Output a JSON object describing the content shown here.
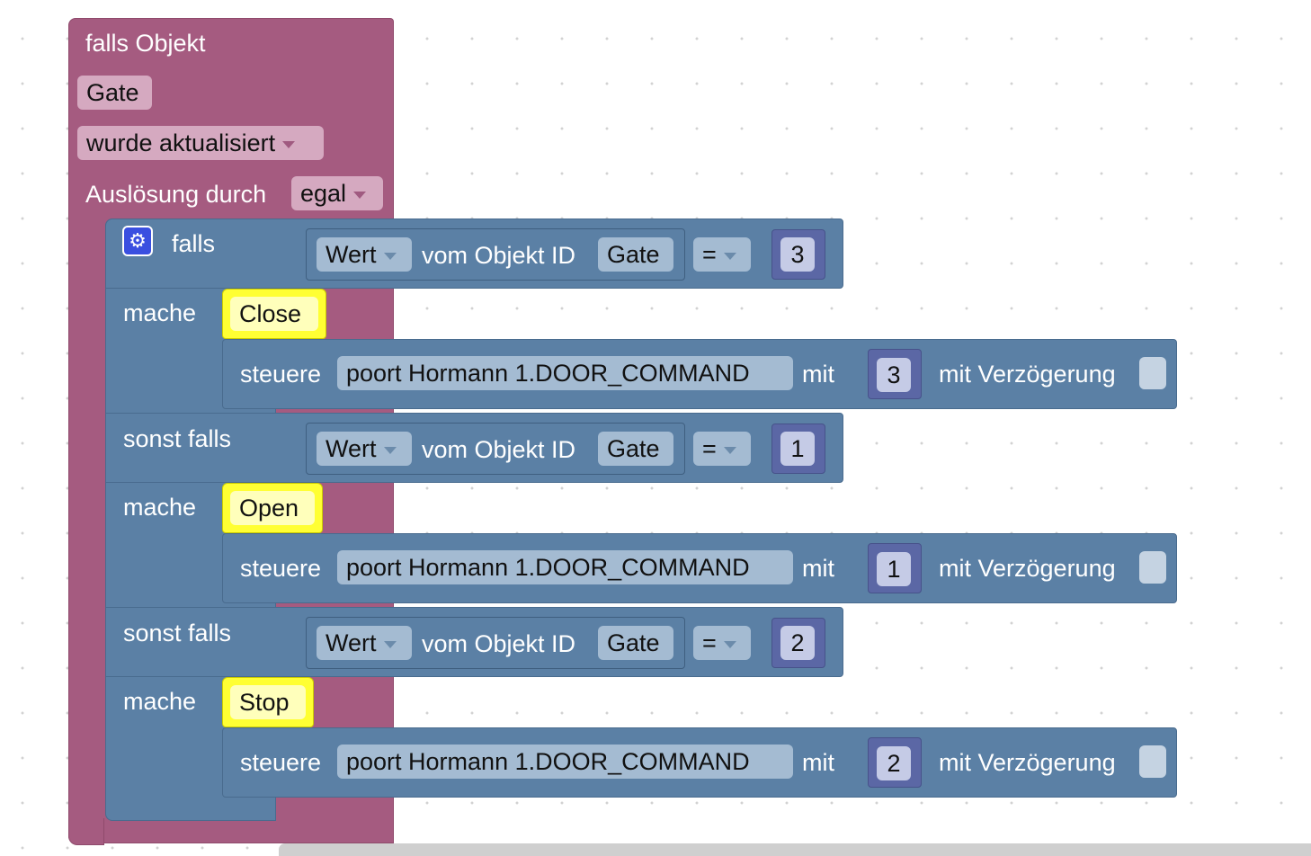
{
  "event_block": {
    "title": "falls Objekt",
    "object": "Gate",
    "condition": "wurde aktualisiert",
    "trigger_label": "Auslösung durch",
    "trigger_value": "egal"
  },
  "if_block": {
    "falls_label": "falls",
    "mache_label": "mache",
    "sonst_falls_label": "sonst falls",
    "branches": [
      {
        "value_label": "Wert",
        "object_id_label": "vom Objekt ID",
        "object": "Gate",
        "operator": "=",
        "compare": "3",
        "comment": "Close",
        "steuere_label": "steuere",
        "target": "poort Hormann 1.DOOR_COMMAND",
        "mit_label": "mit",
        "value": "3",
        "delay_label": "mit Verzögerung"
      },
      {
        "value_label": "Wert",
        "object_id_label": "vom Objekt ID",
        "object": "Gate",
        "operator": "=",
        "compare": "1",
        "comment": "Open",
        "steuere_label": "steuere",
        "target": "poort Hormann 1.DOOR_COMMAND",
        "mit_label": "mit",
        "value": "1",
        "delay_label": "mit Verzögerung"
      },
      {
        "value_label": "Wert",
        "object_id_label": "vom Objekt ID",
        "object": "Gate",
        "operator": "=",
        "compare": "2",
        "comment": "Stop",
        "steuere_label": "steuere",
        "target": "poort Hormann 1.DOOR_COMMAND",
        "mit_label": "mit",
        "value": "2",
        "delay_label": "mit Verzögerung"
      }
    ]
  },
  "colors": {
    "event_block": "#a55b80",
    "logic_block": "#5b80a5",
    "number_block": "#5b67a5",
    "comment": "#ffff33"
  },
  "icons": [
    "gear-icon",
    "dropdown-arrow-icon"
  ]
}
